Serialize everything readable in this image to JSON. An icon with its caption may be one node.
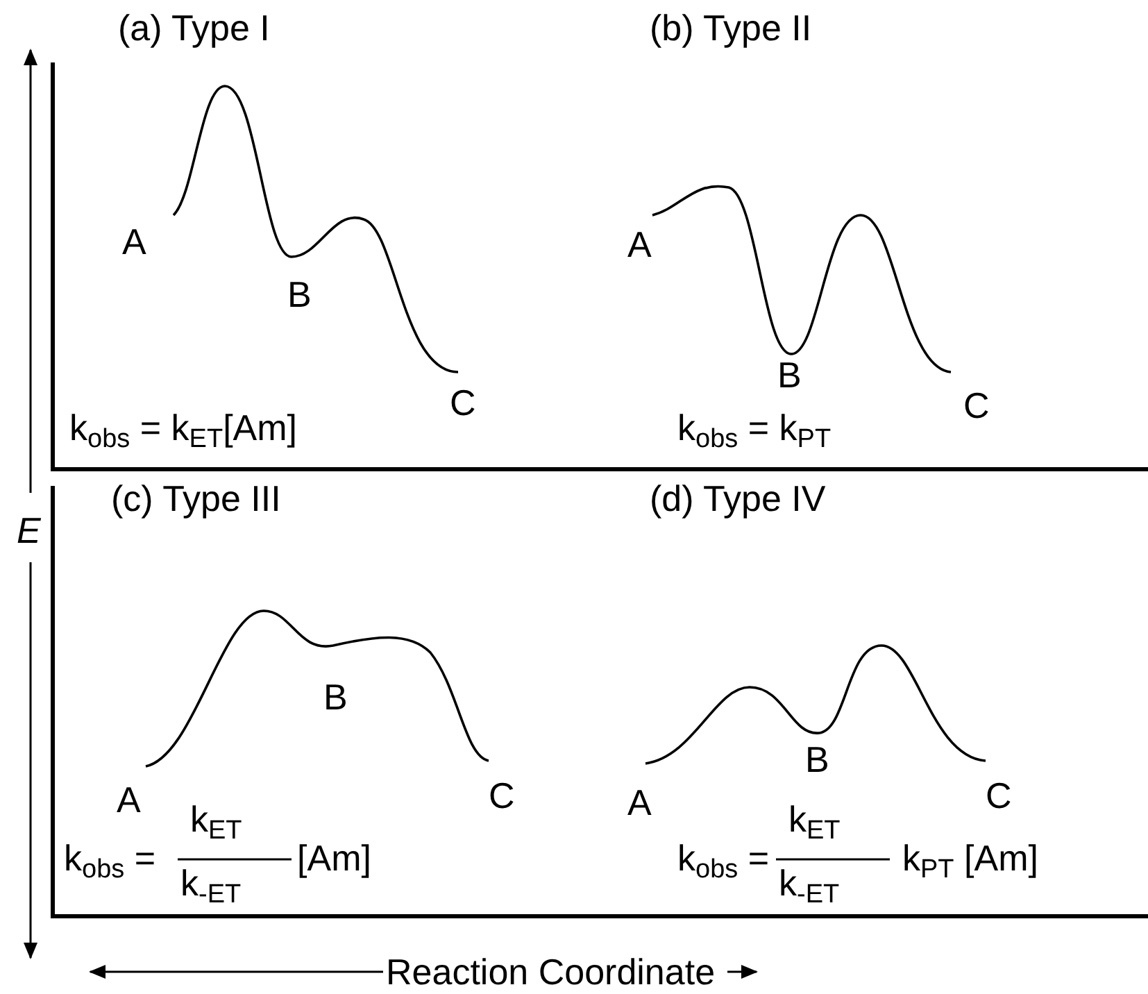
{
  "diagram": {
    "labels": [
      "(a) Type I",
      "(b) Type II",
      "A",
      "A",
      "B",
      "B",
      "C",
      "C",
      "k$_{obs}$ = k$_{ET}$[Am]",
      "k$_{obs}$ = k$_{PT}$",
      "E",
      "(c) Type III",
      "(d) Type IV",
      "B",
      "B",
      "A",
      "C",
      "A",
      "C",
      "k$_{obs}$ =",
      "k$_{ET}$",
      "k$_{-ET}$",
      "[Am]",
      "k$_{obs}$ =",
      "k$_{ET}$",
      "k$_{-ET}$",
      "k$_{PT}$ [Am]",
      "Reaction Coordinate"
    ]
  }
}
